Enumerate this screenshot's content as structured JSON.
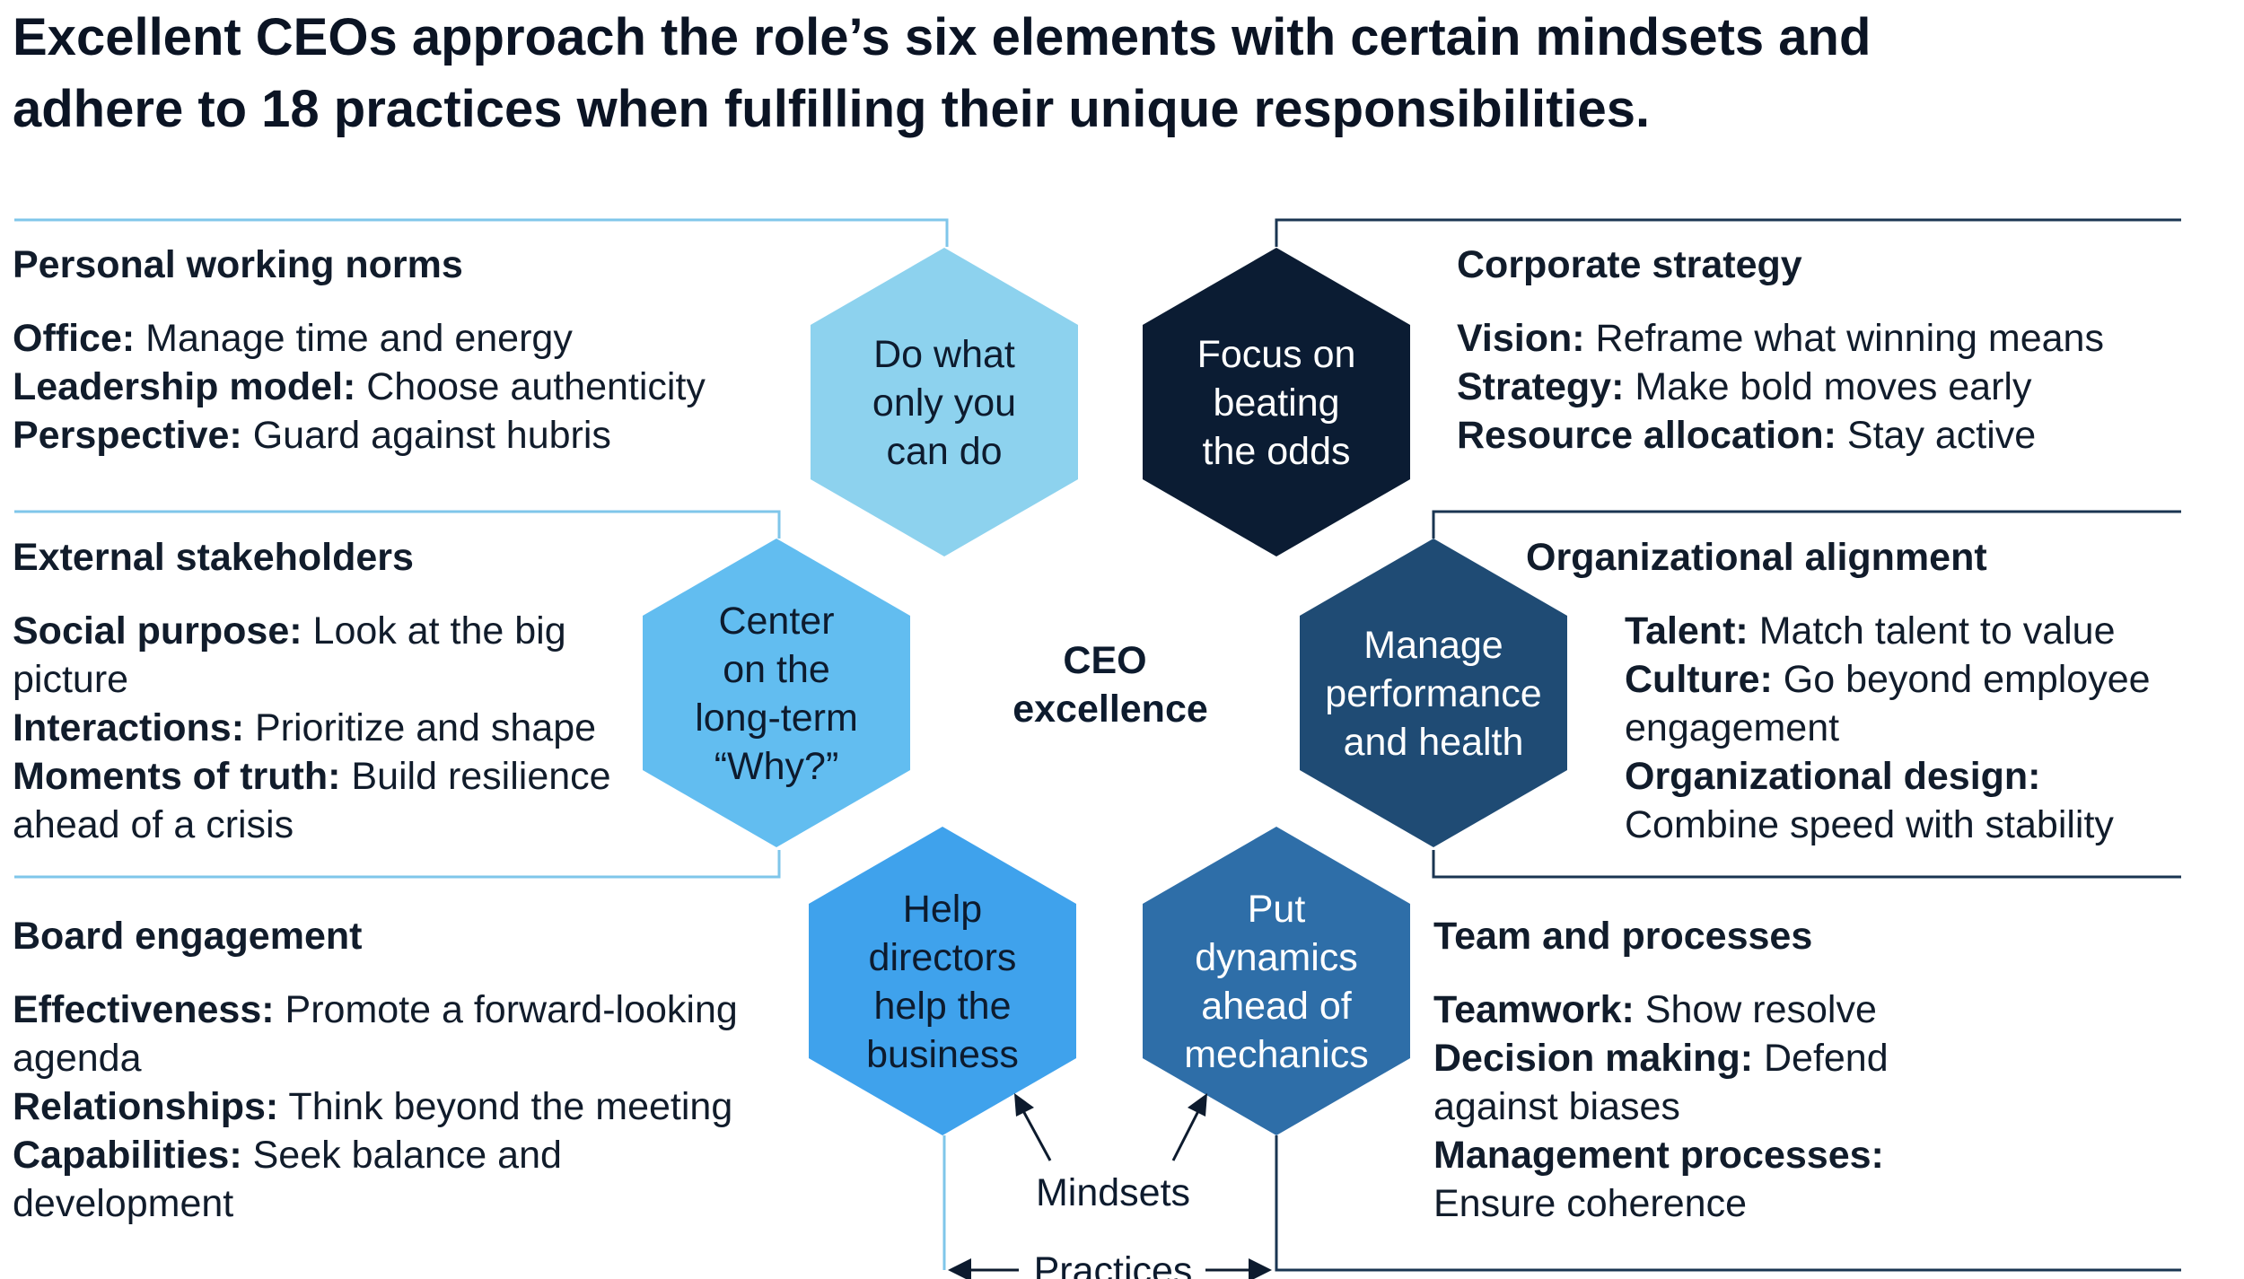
{
  "title": {
    "line1": "Excellent CEOs approach the role’s six elements with certain mindsets and",
    "line2": "adhere to 18 practices when fulfilling their unique responsibilities."
  },
  "center": {
    "line1": "CEO",
    "line2": "excellence"
  },
  "hexagons": [
    {
      "id": "do-what-only-you-can-do",
      "lines": [
        "Do what",
        "only you",
        "can do"
      ],
      "fill": "#8dd2ee",
      "text_color": "#0d1b2e"
    },
    {
      "id": "focus-on-beating-the-odds",
      "lines": [
        "Focus on",
        "beating",
        "the odds"
      ],
      "fill": "#0b1c33",
      "text_color": "#ffffff"
    },
    {
      "id": "center-on-the-long-term-why",
      "lines": [
        "Center",
        "on the",
        "long-term",
        "“Why?”"
      ],
      "fill": "#62bdf0",
      "text_color": "#0d1b2e"
    },
    {
      "id": "manage-performance-and-health",
      "lines": [
        "Manage",
        "performance",
        "and health"
      ],
      "fill": "#1f4b74",
      "text_color": "#ffffff"
    },
    {
      "id": "help-directors-help-the-business",
      "lines": [
        "Help",
        "directors",
        "help the",
        "business"
      ],
      "fill": "#3fa2ec",
      "text_color": "#0d1b2e"
    },
    {
      "id": "put-dynamics-ahead-of-mechanics",
      "lines": [
        "Put",
        "dynamics",
        "ahead of",
        "mechanics"
      ],
      "fill": "#2e6ea8",
      "text_color": "#ffffff"
    }
  ],
  "sections": [
    {
      "id": "personal-working-norms",
      "heading": "Personal working norms",
      "items": [
        {
          "label": "Office:",
          "text": " Manage time and energy"
        },
        {
          "label": "Leadership model:",
          "text": " Choose authenticity"
        },
        {
          "label": "Perspective:",
          "text": " Guard against hubris"
        }
      ]
    },
    {
      "id": "corporate-strategy",
      "heading": "Corporate strategy",
      "items": [
        {
          "label": "Vision:",
          "text": " Reframe what winning means"
        },
        {
          "label": "Strategy:",
          "text": " Make bold moves early"
        },
        {
          "label": "Resource allocation:",
          "text": " Stay active"
        }
      ]
    },
    {
      "id": "external-stakeholders",
      "heading": "External stakeholders",
      "items": [
        {
          "label": "Social purpose:",
          "text": " Look at the big picture"
        },
        {
          "label": "Interactions:",
          "text": " Prioritize and shape"
        },
        {
          "label": "Moments of truth:",
          "text": " Build resilience ahead of a crisis"
        }
      ]
    },
    {
      "id": "organizational-alignment",
      "heading": "Organizational alignment",
      "items": [
        {
          "label": "Talent:",
          "text": " Match talent to value"
        },
        {
          "label": "Culture:",
          "text": " Go beyond employee engagement"
        },
        {
          "label": "Organizational design:",
          "text": " Combine speed with stability"
        }
      ]
    },
    {
      "id": "board-engagement",
      "heading": "Board engagement",
      "items": [
        {
          "label": "Effectiveness:",
          "text": " Promote a forward-looking agenda"
        },
        {
          "label": "Relationships:",
          "text": " Think beyond the meeting"
        },
        {
          "label": "Capabilities:",
          "text": " Seek balance and development"
        }
      ]
    },
    {
      "id": "team-and-processes",
      "heading": "Team and processes",
      "items": [
        {
          "label": "Teamwork:",
          "text": " Show resolve"
        },
        {
          "label": "Decision making:",
          "text": " Defend against biases"
        },
        {
          "label": "Management processes:",
          "text": " Ensure coherence"
        }
      ]
    }
  ],
  "legend": {
    "mindsets": "Mindsets",
    "practices": "Practices"
  },
  "colors": {
    "line_light": "#7fc6ea",
    "line_dark": "#1a3552",
    "arrow": "#0d1b2e"
  }
}
